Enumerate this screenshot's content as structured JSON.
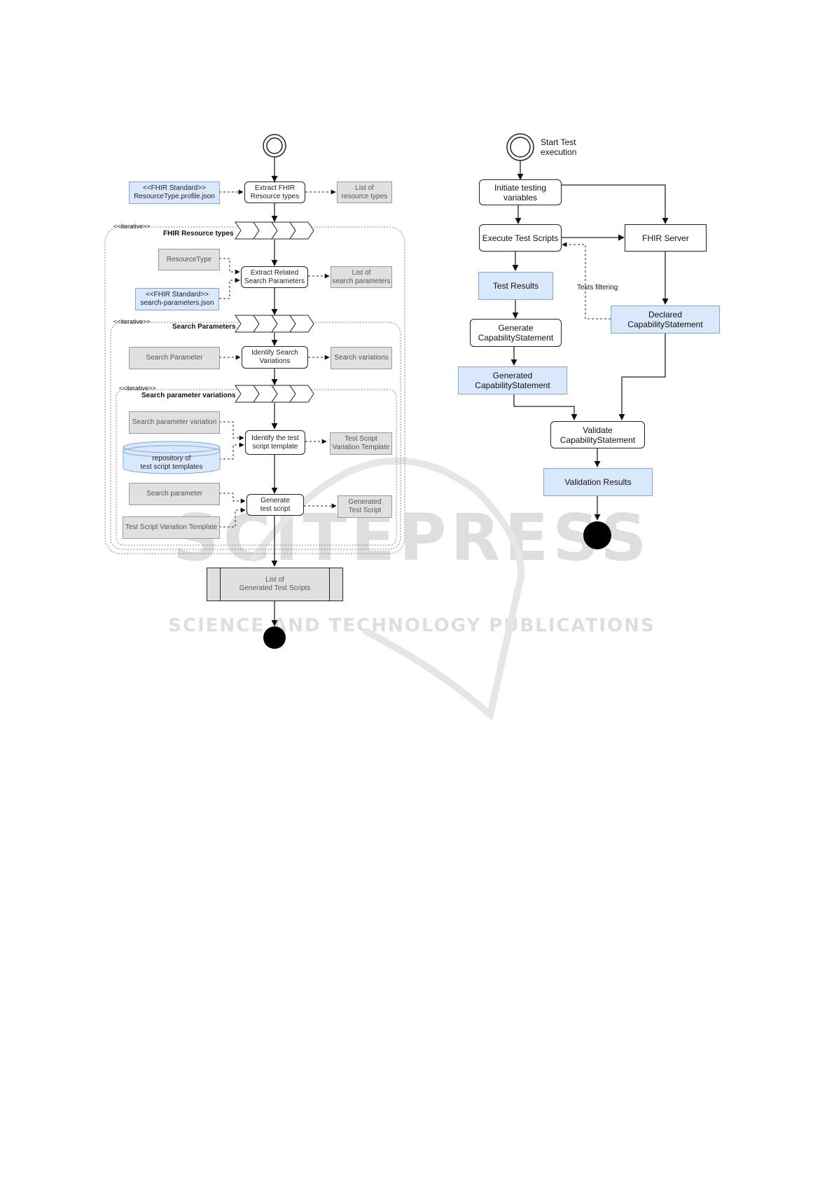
{
  "watermark": {
    "big": "SCITEPRESS",
    "small": "SCIENCE AND TECHNOLOGY PUBLICATIONS"
  },
  "left": {
    "fhir_resourcetype_profile": "<<FHIR Standard>>\nResourceType.profile.json",
    "extract_fhir_resource_types": "Extract FHIR\nResource types",
    "list_of_resource_types": "List of\nresource types",
    "iterative_resource_types": "<<iterative>>",
    "resource_types_title": "FHIR Resource types",
    "resource_type": "ResourceType",
    "extract_related_search_parameters": "Extract Related\nSearch Parameters",
    "list_of_search_parameters": "List of\nsearch parameters",
    "fhir_search_parameters_json": "<<FHIR Standard>>\nsearch-parameters.json",
    "iterative_search_parameters": "<<iterative>>",
    "search_parameters_title": "Search Parameters",
    "search_parameter": "Search Parameter",
    "identify_search_variations": "Identify Search\nVariations",
    "search_variations": "Search variations",
    "iterative_variations": "<<iterative>>",
    "search_parameter_variations_title": "Search parameter variations",
    "search_parameter_variation": "Search parameter variation",
    "repository_templates": "repository of\ntest script templates",
    "identify_test_script_template": "Identify the test\nscript template",
    "test_script_variation_template_out": "Test Script\nVariation Template",
    "search_parameter_lower": "Search parameter",
    "generate_test_script": "Generate\ntest script",
    "generated_test_script": "Generated\nTest Script",
    "test_script_variation_template_in": "Test Script Variation Template",
    "list_generated_test_scripts": "List of\nGenerated Test Scripts"
  },
  "right": {
    "start_label": "Start Test\nexecution",
    "initiate_testing_variables": "Initiate testing\nvariables",
    "execute_test_scripts": "Execute Test Scripts",
    "fhir_server": "FHIR Server",
    "test_results": "Test Results",
    "tests_filtering": "Tests filtering",
    "declared_capability_statement": "Declared\nCapabilityStatement",
    "generate_capability_statement": "Generate\nCapabilityStatement",
    "generated_capability_statement": "Generated\nCapabilityStatement",
    "validate_capability_statement": "Validate\nCapabilityStatement",
    "validation_results": "Validation Results"
  }
}
